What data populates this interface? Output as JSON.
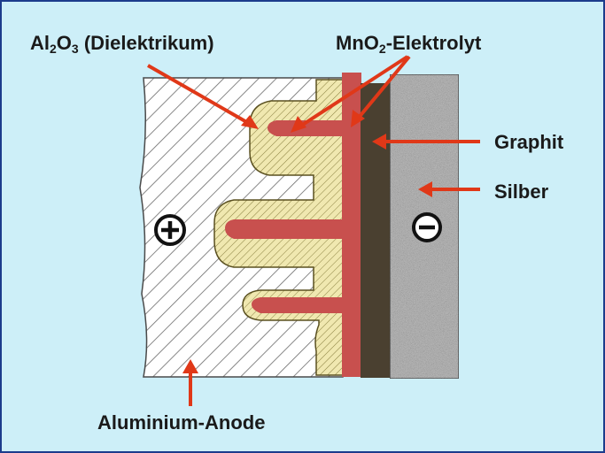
{
  "labels": {
    "dielectric": {
      "prefix": "Al",
      "sub1": "2",
      "mid": "O",
      "sub2": "3",
      "suffix": " (Dielektrikum)"
    },
    "electrolyte": {
      "prefix": "MnO",
      "sub": "2",
      "suffix": "-Elektrolyt"
    },
    "graphite": "Graphit",
    "silver": "Silber",
    "anode": "Aluminium-Anode"
  },
  "symbols": {
    "plus": "plus-sign-icon",
    "minus": "minus-sign-icon"
  },
  "colors": {
    "background": "#cdeff8",
    "border": "#1c3c8c",
    "anode": "#ffffff",
    "anode_hatch": "#707070",
    "dielectric": "#f0e8b0",
    "electrolyte": "#c8504e",
    "graphite": "#4a4030",
    "silver": "#b8b8b8",
    "arrow": "#e03818"
  }
}
